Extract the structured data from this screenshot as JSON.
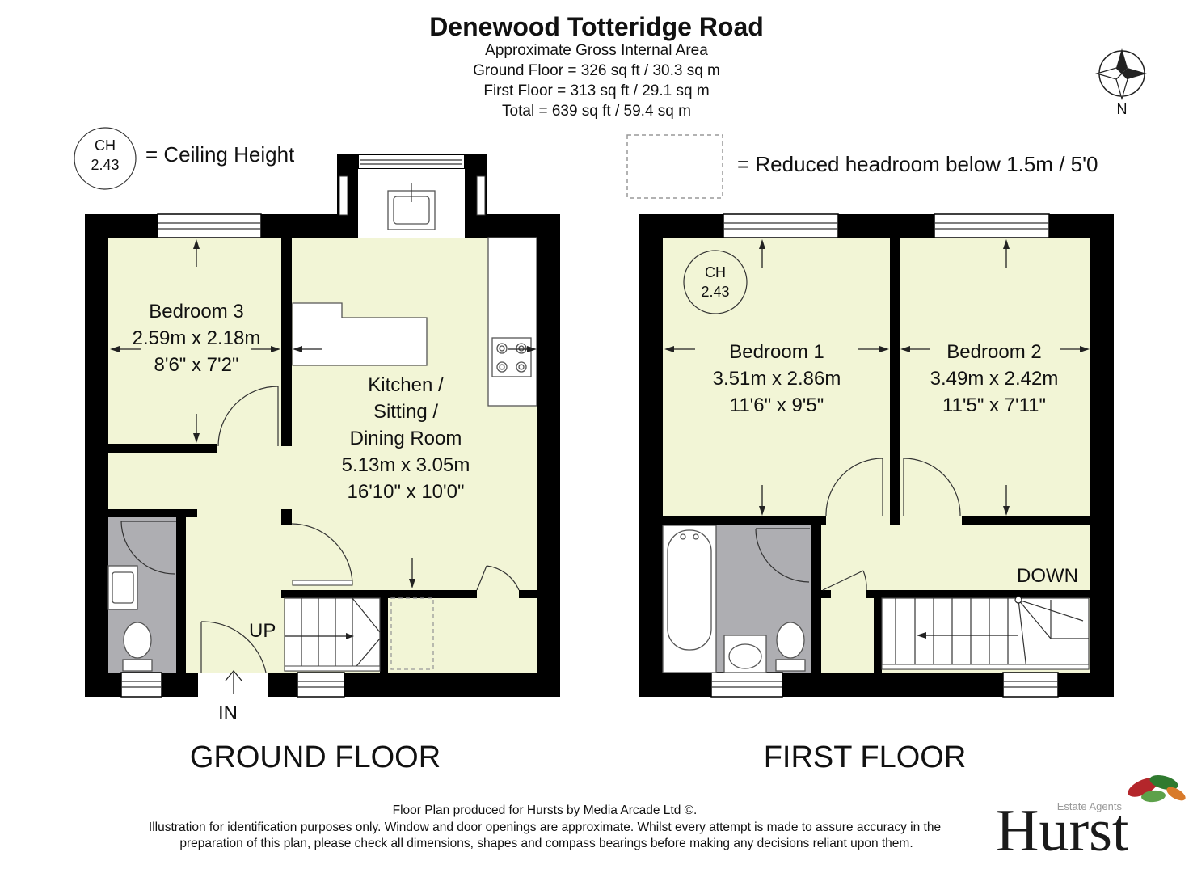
{
  "header": {
    "title": "Denewood Totteridge Road",
    "line1": "Approximate Gross Internal Area",
    "line2": "Ground Floor = 326 sq ft / 30.3 sq m",
    "line3": "First Floor = 313 sq ft / 29.1 sq m",
    "line4": "Total = 639 sq ft / 59.4 sq m"
  },
  "compass": {
    "label": "N"
  },
  "legend": {
    "ch_badge": [
      "CH",
      "2.43"
    ],
    "ch_label": "= Ceiling Height",
    "headroom_label": "= Reduced headroom below 1.5m / 5'0"
  },
  "ground_floor": {
    "label": "GROUND FLOOR",
    "bedroom3": [
      "Bedroom 3",
      "2.59m x 2.18m",
      "8'6\" x 7'2\""
    ],
    "kitchen": [
      "Kitchen /",
      "Sitting /",
      "Dining Room",
      "5.13m x 3.05m",
      "16'10\" x 10'0\""
    ],
    "up_label": "UP",
    "in_label": "IN"
  },
  "first_floor": {
    "label": "FIRST FLOOR",
    "bedroom1": [
      "Bedroom 1",
      "3.51m x 2.86m",
      "11'6\" x 9'5\""
    ],
    "bedroom2": [
      "Bedroom 2",
      "3.49m x 2.42m",
      "11'5\" x 7'11\""
    ],
    "ch_badge": [
      "CH",
      "2.43"
    ],
    "down_label": "DOWN"
  },
  "footer": {
    "line1": "Floor Plan produced for Hursts by Media Arcade Ltd ©.",
    "line2": "Illustration for identification purposes only. Window and door openings are approximate. Whilst every attempt is made to assure accuracy in the",
    "line3": "preparation of this plan, please check all dimensions, shapes and compass bearings before making any decisions reliant upon them."
  },
  "logo": {
    "name": "Hurst",
    "tagline": "Estate Agents"
  },
  "colors": {
    "floor_fill": "#f2f5d6",
    "wet_room_fill": "#aeaeb2",
    "wall": "#000000"
  }
}
